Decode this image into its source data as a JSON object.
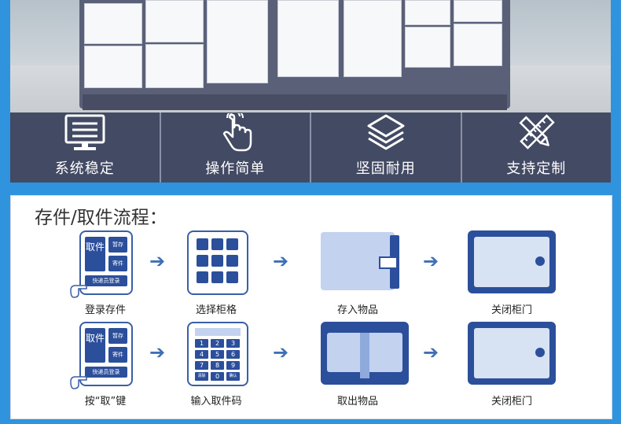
{
  "colors": {
    "band": "#434a63",
    "accent": "#2c4f9c",
    "arrow": "#3f6fb5",
    "background": "#2f93dd"
  },
  "features": [
    {
      "label": "系统稳定",
      "icon": "monitor-icon"
    },
    {
      "label": "操作简单",
      "icon": "touch-hand-icon"
    },
    {
      "label": "坚固耐用",
      "icon": "layers-icon"
    },
    {
      "label": "支持定制",
      "icon": "pencil-ruler-icon"
    }
  ],
  "process": {
    "title": "存件/取件流程：",
    "login_pad": {
      "big_key": "取件",
      "key_store": "暂存",
      "key_mail": "寄件",
      "key_courier": "快递员登录"
    },
    "keypad_digits": [
      "1",
      "2",
      "3",
      "4",
      "5",
      "6",
      "7",
      "8",
      "9",
      "清除",
      "0",
      "确认"
    ],
    "row1": [
      "登录存件",
      "选择柜格",
      "存入物品",
      "关闭柜门"
    ],
    "row2": [
      "按“取”键",
      "输入取件码",
      "取出物品",
      "关闭柜门"
    ]
  }
}
